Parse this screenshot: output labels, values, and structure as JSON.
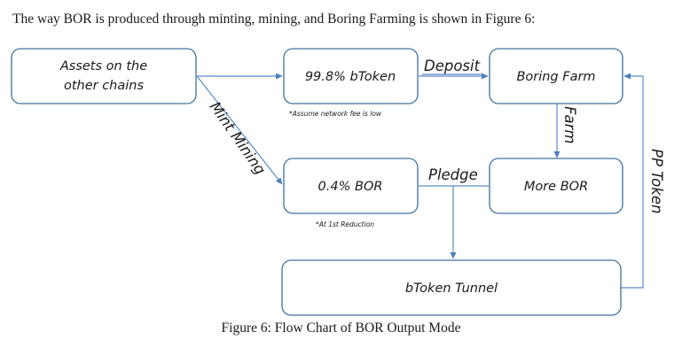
{
  "intro_text": "The way BOR is produced through minting, mining, and Boring Farming is shown in Figure 6:",
  "caption": "Figure 6: Flow Chart of BOR Output Mode",
  "diagram": {
    "nodes": {
      "assets_line1": "Assets on the",
      "assets_line2": "other chains",
      "btoken_998": "99.8% bToken",
      "boring_farm": "Boring Farm",
      "bor_04": "0.4% BOR",
      "more_bor": "More BOR",
      "btoken_tunnel": "bToken Tunnel"
    },
    "edges": {
      "deposit": "Deposit",
      "mint_mining": "Mint Mining",
      "farm": "Farm",
      "pledge": "Pledge",
      "pp_token": "PP Token"
    },
    "notes": {
      "network_fee": "*Assume network fee is low",
      "first_reduction": "*At 1st Reduction"
    }
  }
}
